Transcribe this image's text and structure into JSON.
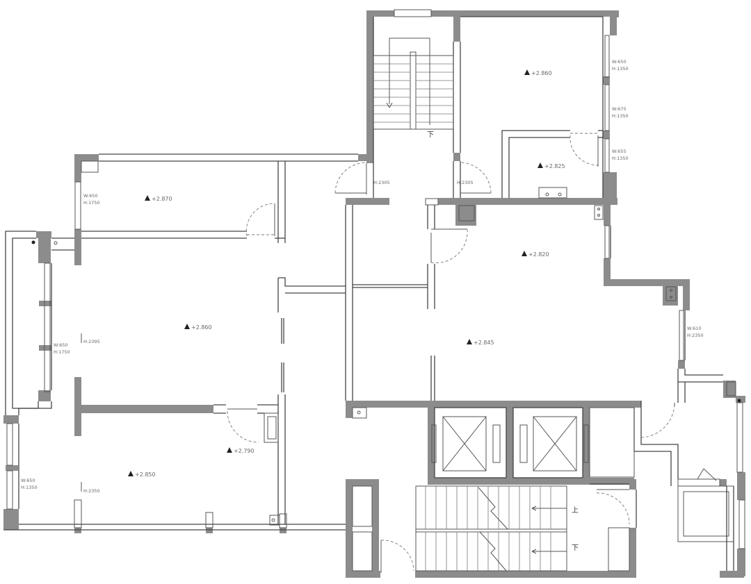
{
  "floor_plan": {
    "room_levels": [
      {
        "id": "top-right-room",
        "text": "+2.860"
      },
      {
        "id": "small-room",
        "text": "+2.825"
      },
      {
        "id": "upper-left-room",
        "text": "+2.870"
      },
      {
        "id": "middle-left-room",
        "text": "+2.860"
      },
      {
        "id": "hall-right",
        "text": "+2.820"
      },
      {
        "id": "living-main",
        "text": "+2.845"
      },
      {
        "id": "bath-area",
        "text": "+2.790"
      },
      {
        "id": "lower-left-room",
        "text": "+2.850"
      }
    ],
    "window_notes": [
      {
        "id": "tr-1",
        "lines": [
          "W:650",
          "H:1350"
        ]
      },
      {
        "id": "tr-2",
        "lines": [
          "W:675",
          "H:1350"
        ]
      },
      {
        "id": "tr-3",
        "lines": [
          "W:655",
          "H:1350"
        ]
      },
      {
        "id": "ul",
        "lines": [
          "W:650",
          "H:1750"
        ]
      },
      {
        "id": "ml",
        "lines": [
          "W:650",
          "H:1750"
        ]
      },
      {
        "id": "ll",
        "lines": [
          "W:650",
          "H:1350"
        ]
      },
      {
        "id": "r",
        "lines": [
          "W:610",
          "H:2350"
        ]
      }
    ],
    "height_notes": [
      {
        "id": "door-left",
        "text": "H:2305"
      },
      {
        "id": "door-right",
        "text": "H:2305"
      },
      {
        "id": "left-1",
        "text": "H:2395"
      },
      {
        "id": "left-2",
        "text": "H:2350"
      }
    ],
    "stair_labels": {
      "top_stair_down": "下",
      "bottom_stair_up": "上",
      "bottom_stair_down": "下"
    }
  }
}
